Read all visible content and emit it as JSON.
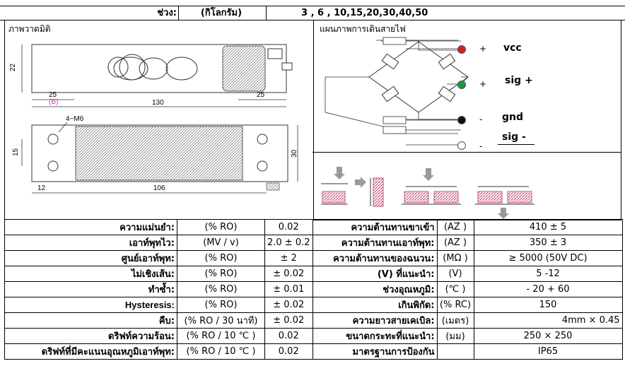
{
  "header": {
    "range_label": "ช่วง:",
    "range_unit": "(กิโลกรัม)",
    "range_values": "3 , 6 , 10,15,20,30,40,50"
  },
  "dimension_panel": {
    "title": "ภาพวาดมิติ",
    "dims": {
      "height_22": "22",
      "left_25": "25",
      "right_25": "25",
      "marker_b": "(B)",
      "length_130": "130",
      "hole_label": "4−M6",
      "spacing_15": "15",
      "width_30": "30",
      "offset_12": "12",
      "length_106": "106"
    }
  },
  "wiring_panel": {
    "title": "แผนภาพการเดินสายไฟ",
    "signs": [
      "+",
      "+",
      "-",
      "-"
    ],
    "wires": [
      {
        "label": "vcc",
        "color": "#d62020"
      },
      {
        "label": "sig +",
        "color": "#1a9a3a"
      },
      {
        "label": "gnd",
        "color": "#111111"
      },
      {
        "label": "sig -",
        "color": "#ffffff"
      }
    ]
  },
  "load_panel": {
    "hatch_color": "#c4577d",
    "arrow_color": "#9a9a9a"
  },
  "specs": {
    "left": [
      {
        "label": "ความแม่นยำ:",
        "unit": "(% RO)",
        "value": "0.02"
      },
      {
        "label": "เอาท์พุทไว:",
        "unit": "(MV / v)",
        "value": "2.0 ± 0.2"
      },
      {
        "label": "ศูนย์เอาท์พุท:",
        "unit": "(% RO)",
        "value": "± 2"
      },
      {
        "label": "ไม่เชิงเส้น:",
        "unit": "(% RO)",
        "value": "± 0.02"
      },
      {
        "label": "ทำซ้ำ:",
        "unit": "(% RO)",
        "value": "± 0.01"
      },
      {
        "label": "Hysteresis:",
        "unit": "(% RO)",
        "value": "± 0.02"
      },
      {
        "label": "คืบ:",
        "unit": "(% RO / 30 นาที)",
        "value": "± 0.02"
      },
      {
        "label": "ดริฟท์ความร้อน:",
        "unit": "(% RO / 10 ℃ )",
        "value": "0.02"
      },
      {
        "label": "ดริฟท์ที่มีคะแนนอุณหภูมิเอาท์พุท:",
        "unit": "(% RO / 10 ℃ )",
        "value": "0.02"
      }
    ],
    "right": [
      {
        "label": "ความต้านทานขาเข้า",
        "unit": "(AZ )",
        "value": "410 ± 5"
      },
      {
        "label": "ความต้านทานเอาท์พุท:",
        "unit": "(AZ )",
        "value": "350 ± 3"
      },
      {
        "label": "ความต้านทานของฉนวน:",
        "unit": "(MΩ )",
        "value": "≥ 5000 (50V DC)"
      },
      {
        "label": "(V) ที่แนะนำ:",
        "unit": "(V)",
        "value": "5 -12"
      },
      {
        "label": "ช่วงอุณหภูมิ:",
        "unit": "(℃ )",
        "value": "- 20 + 60"
      },
      {
        "label": "เกินพิกัด:",
        "unit": "(% RC)",
        "value": "150"
      },
      {
        "label": "ความยาวสายเคเบิล:",
        "unit": "(เมตร)",
        "value": "4mm × 0.45"
      },
      {
        "label": "ขนาดกระทะที่แนะนำ:",
        "unit": "(มม)",
        "value": "250 × 250"
      },
      {
        "label": "มาตรฐานการป้องกัน",
        "unit": "",
        "value": "IP65"
      }
    ]
  }
}
